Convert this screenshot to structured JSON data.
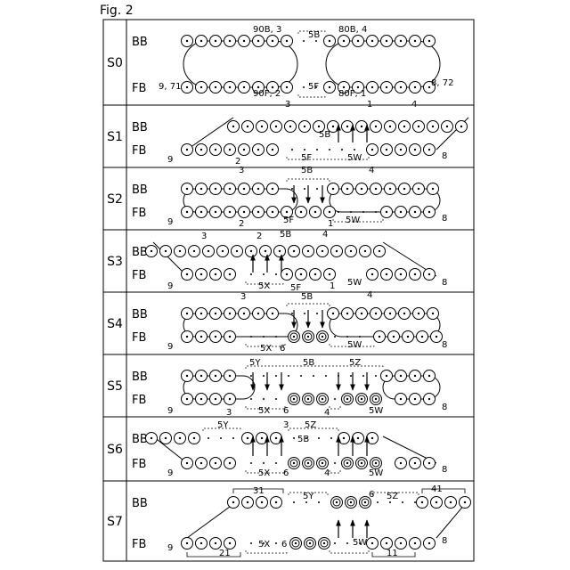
{
  "figure_title": "Fig. 2",
  "steps": [
    {
      "id": "S0",
      "bb": "BB",
      "fb": "FB",
      "labels": [
        "90B, 3",
        "5B",
        "80B, 4",
        "9, 71",
        "8, 72",
        "90F, 2",
        "5F",
        "80F, 1"
      ]
    },
    {
      "id": "S1",
      "bb": "BB",
      "fb": "FB",
      "labels": [
        "3",
        "1",
        "4",
        "5B",
        "9",
        "2",
        "5F",
        "5W",
        "8"
      ]
    },
    {
      "id": "S2",
      "bb": "BB",
      "fb": "FB",
      "labels": [
        "3",
        "5B",
        "4",
        "9",
        "2",
        "5F",
        "1",
        "5W",
        "8"
      ]
    },
    {
      "id": "S3",
      "bb": "BB",
      "fb": "FB",
      "labels": [
        "3",
        "2",
        "5B",
        "4",
        "9",
        "5X",
        "5F",
        "1",
        "5W",
        "8"
      ]
    },
    {
      "id": "S4",
      "bb": "BB",
      "fb": "FB",
      "labels": [
        "3",
        "5B",
        "4",
        "9",
        "5X",
        "6",
        "5W",
        "8"
      ]
    },
    {
      "id": "S5",
      "bb": "BB",
      "fb": "FB",
      "labels": [
        "5Y",
        "5B",
        "5Z",
        "9",
        "3",
        "5X",
        "6",
        "4",
        "5W",
        "8"
      ]
    },
    {
      "id": "S6",
      "bb": "BB",
      "fb": "FB",
      "labels": [
        "5Y",
        "3",
        "5Z",
        "5B",
        "9",
        "5X",
        "6",
        "4",
        "5W",
        "8"
      ]
    },
    {
      "id": "S7",
      "bb": "BB",
      "fb": "FB",
      "labels": [
        "31",
        "5Y",
        "6",
        "5Z",
        "41",
        "9",
        "21",
        "5X",
        "6",
        "5W",
        "11",
        "8"
      ]
    }
  ]
}
